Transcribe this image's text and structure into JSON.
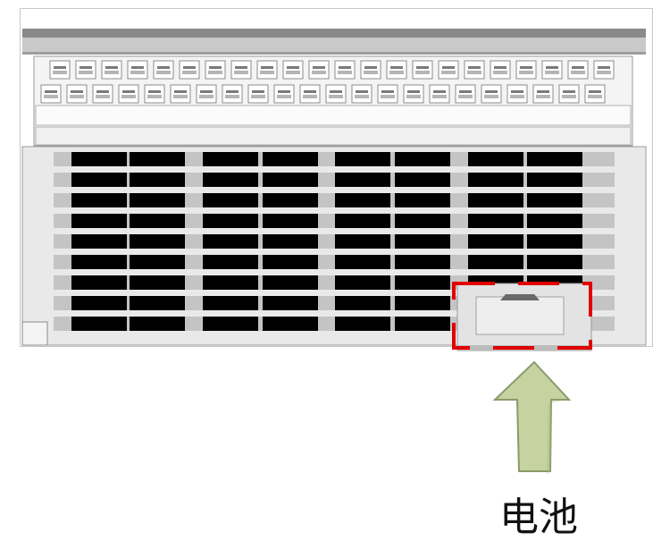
{
  "diagram": {
    "device": "plc-module",
    "terminal_rows": 2,
    "terminals_per_row": 22,
    "slot_rows": 9,
    "callout_label": "电池",
    "colors": {
      "background": "#ffffff",
      "panel": "#e6e6e6",
      "panel_border": "#9a9a9a",
      "slot": "#000000",
      "highlight": "#e00000",
      "arrow_fill": "#c6d3a0",
      "arrow_stroke": "#8a9a6a"
    },
    "icons": {
      "arrow": "up-arrow-icon",
      "battery_cover": "battery-cover-icon"
    }
  }
}
